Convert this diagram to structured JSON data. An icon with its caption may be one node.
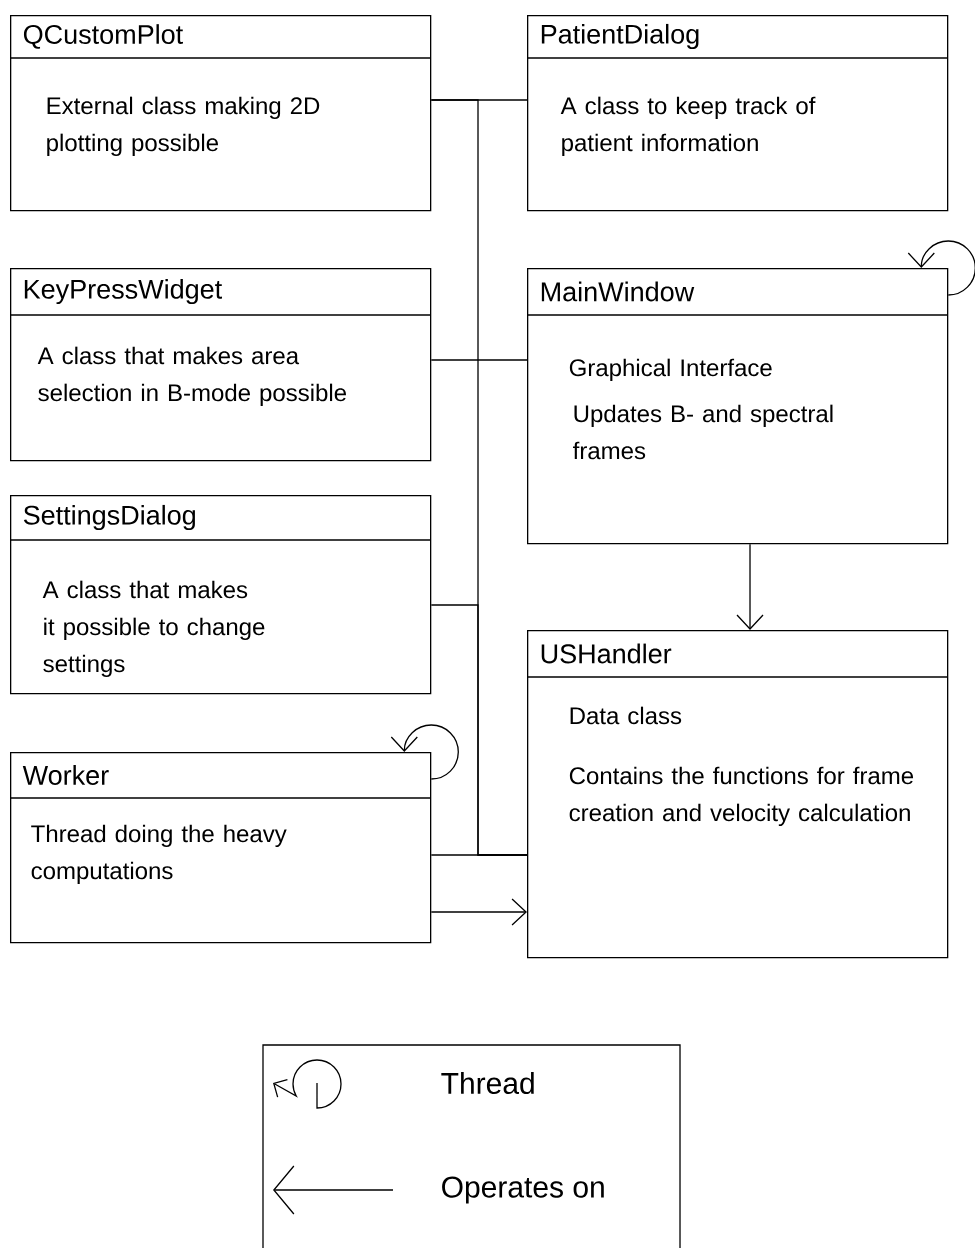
{
  "diagram": {
    "nodes": [
      {
        "text": [
          "QCustomPlot",
          "External class making 2D plotting possible"
        ]
      },
      {
        "text": [
          "PatientDialog",
          "A class to keep track of patient information"
        ]
      },
      {
        "text": [
          "KeyPressWidget",
          "A class that makes area selection in B-mode possible"
        ]
      },
      {
        "text": [
          "MainWindow",
          "Graphical Interface",
          "Updates B- and spectral frames"
        ]
      },
      {
        "text": [
          "SettingsDialog",
          "A class that makes it possible to change settings"
        ]
      },
      {
        "text": [
          "USHandler",
          "Data class",
          "Contains the functions for frame creation and velocity calculation"
        ]
      },
      {
        "text": [
          "Worker",
          "Thread doing the heavy computations"
        ]
      }
    ],
    "edges": [
      {
        "from": 0,
        "to": 1,
        "arrow": "none"
      },
      {
        "from": 0,
        "to": 5,
        "arrow": "none"
      },
      {
        "from": 2,
        "to": 3,
        "arrow": "none"
      },
      {
        "from": 4,
        "to": 5,
        "arrow": "none"
      },
      {
        "from": 6,
        "to": 5,
        "arrow": "none"
      },
      {
        "from": 3,
        "to": 5,
        "arrow": "to"
      },
      {
        "from": 6,
        "to": 5,
        "arrow": "to"
      },
      {
        "from": 3,
        "to": 3,
        "arrow": "to"
      },
      {
        "from": 6,
        "to": 6,
        "arrow": "to"
      }
    ],
    "legend": [
      {
        "text": "Thread"
      },
      {
        "text": "Operates on"
      }
    ]
  }
}
